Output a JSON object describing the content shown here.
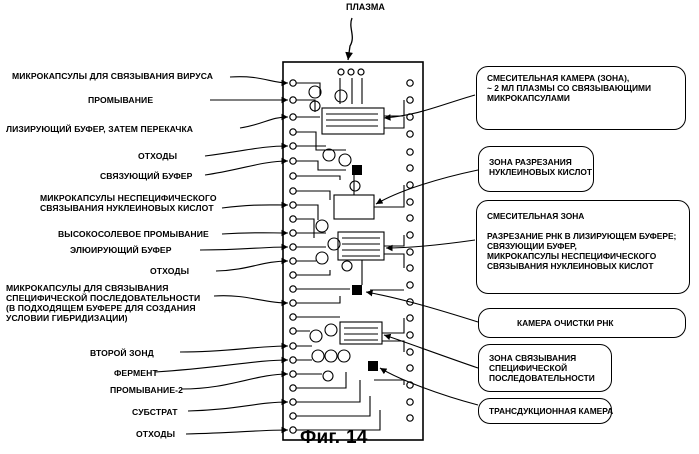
{
  "title": "ПЛАЗМА",
  "caption": "Фиг. 14",
  "left_labels": [
    {
      "key": "l1",
      "text": "МИКРОКАПСУЛЫ ДЛЯ СВЯЗЫВАНИЯ ВИРУСА"
    },
    {
      "key": "l2",
      "text": "ПРОМЫВАНИЕ"
    },
    {
      "key": "l3",
      "text": "ЛИЗИРУЮЩИЙ БУФЕР, ЗАТЕМ ПЕРЕКАЧКА"
    },
    {
      "key": "l4",
      "text": "ОТХОДЫ"
    },
    {
      "key": "l5",
      "text": "СВЯЗУЮЩИЙ БУФЕР"
    },
    {
      "key": "l6",
      "text": "МИКРОКАПСУЛЫ НЕСПЕЦИФИЧЕСКОГО\nСВЯЗЫВАНИЯ НУКЛЕИНОВЫХ КИСЛОТ"
    },
    {
      "key": "l7",
      "text": "ВЫСОКОСОЛЕВОЕ ПРОМЫВАНИЕ"
    },
    {
      "key": "l8",
      "text": "ЭЛЮИРУЮЩИЙ БУФЕР"
    },
    {
      "key": "l9",
      "text": "ОТХОДЫ"
    },
    {
      "key": "l10",
      "text": "МИКРОКАПСУЛЫ ДЛЯ СВЯЗЫВАНИЯ\nСПЕЦИФИЧЕСКОЙ ПОСЛЕДОВАТЕЛЬНОСТИ\n(В ПОДХОДЯЩЕМ БУФЕРЕ ДЛЯ СОЗДАНИЯ\nУСЛОВИИ ГИБРИДИЗАЦИИ)"
    },
    {
      "key": "l11",
      "text": "ВТОРОЙ ЗОНД"
    },
    {
      "key": "l12",
      "text": "ФЕРМЕНТ"
    },
    {
      "key": "l13",
      "text": "ПРОМЫВАНИЕ-2"
    },
    {
      "key": "l14",
      "text": "СУБСТРАТ"
    },
    {
      "key": "l15",
      "text": "ОТХОДЫ"
    }
  ],
  "callouts": [
    {
      "key": "c1",
      "text": "СМЕСИТЕЛЬНАЯ КАМЕРА (ЗОНА),\n~ 2 МЛ ПЛАЗМЫ СО СВЯЗЫВАЮЩИМИ\nМИКРОКАПСУЛАМИ"
    },
    {
      "key": "c2",
      "text": "ЗОНА РАЗРЕЗАНИЯ\nНУКЛЕИНОВЫХ КИСЛОТ"
    },
    {
      "key": "c3",
      "text": "СМЕСИТЕЛЬНАЯ ЗОНА\n\nРАЗРЕЗАНИЕ РНК В ЛИЗИРУЮЩЕМ БУФЕРЕ;\nСВЯЗУЮЩИИ БУФЕР,\nМИКРОКАПСУЛЫ НЕСПЕЦИФИЧЕСКОГО\nСВЯЗЫВАНИЯ НУКЛЕИНОВЫХ КИСЛОТ"
    },
    {
      "key": "c4",
      "text": "КАМЕРА ОЧИСТКИ РНК"
    },
    {
      "key": "c5",
      "text": "ЗОНА СВЯЗЫВАНИЯ\nСПЕЦИФИЧЕСКОЙ\nПОСЛЕДОВАТЕЛЬНОСТИ"
    },
    {
      "key": "c6",
      "text": "ТРАНСДУКЦИОННАЯ КАМЕРА"
    }
  ]
}
